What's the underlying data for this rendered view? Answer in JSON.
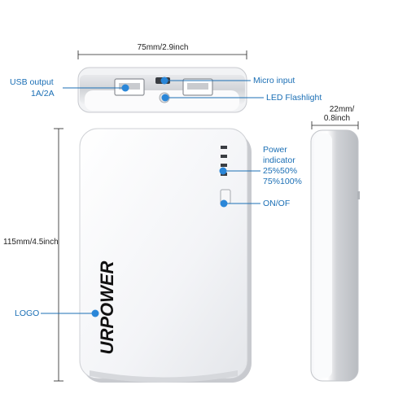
{
  "dimensions": {
    "width": "75mm/2.9inch",
    "height": "115mm/4.5inch",
    "depth_line1": "22mm/",
    "depth_line2": "0.8inch"
  },
  "callouts": {
    "usb_output_line1": "USB  output",
    "usb_output_line2": "1A/2A",
    "micro_input": "Micro  input",
    "led_flashlight": "LED  Flashlight",
    "power_indicator_line1": "Power",
    "power_indicator_line2": "indicator",
    "power_indicator_line3": "25%50%",
    "power_indicator_line4": "75%100%",
    "on_off": "ON/OF",
    "logo": "LOGO"
  },
  "brand": {
    "logo_text": "URPOWER"
  },
  "colors": {
    "accent": "#1b6fb5",
    "callout_dot": "#2a86d8",
    "body_white": "#f4f5f8",
    "body_gray": "#c7c9cd"
  }
}
